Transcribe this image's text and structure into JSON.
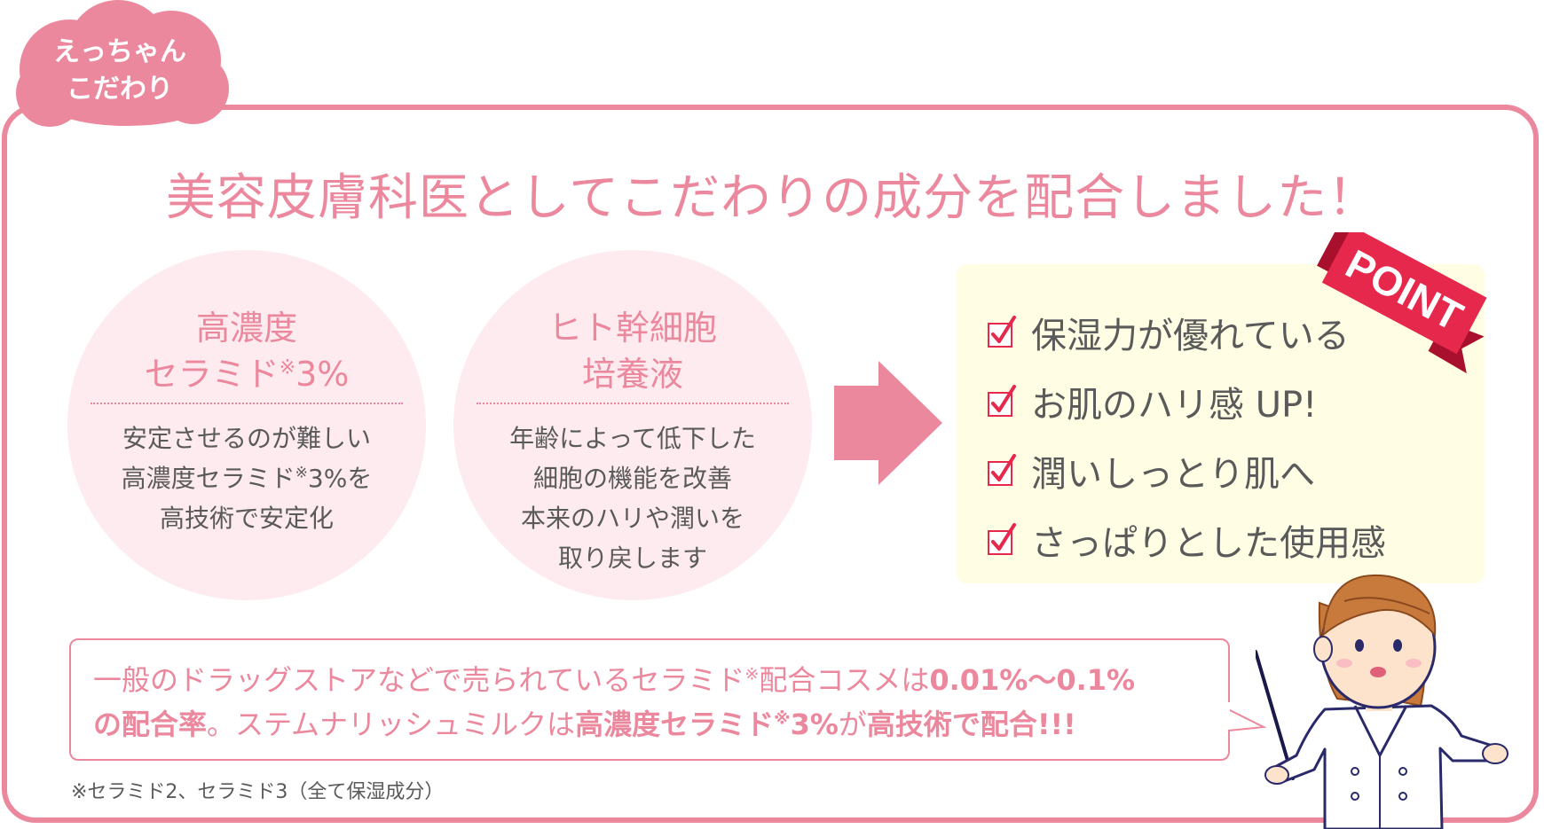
{
  "badge": {
    "line1": "えっちゃん",
    "line2": "こだわり"
  },
  "headline": "美容皮膚科医としてこだわりの成分を配合しました！",
  "circles": [
    {
      "title_line1": "高濃度",
      "title_line2_a": "セラミド",
      "title_line2_note": "※",
      "title_line2_b": "3%",
      "body_line1": "安定させるのが難しい",
      "body_line2_a": "高濃度セラミド",
      "body_line2_note": "※",
      "body_line2_b": "3%を",
      "body_line3": "高技術で安定化"
    },
    {
      "title_line1": "ヒト幹細胞",
      "title_line2": "培養液",
      "body_line1": "年齢によって低下した",
      "body_line2": "細胞の機能を改善",
      "body_line3": "本来のハリや潤いを",
      "body_line4": "取り戻します"
    }
  ],
  "point": {
    "ribbon_label": "POINT",
    "items": [
      "保湿力が優れている",
      "お肌のハリ感 UP!",
      "潤いしっとり肌へ",
      "さっぱりとした使用感"
    ]
  },
  "bubble": {
    "p1": "一般のドラッグストアなどで売られているセラミド",
    "note1": "※",
    "p2": "配合コスメは",
    "b1": "0.01%〜0.1%",
    "b2": "の配合率",
    "p3": "。ステムナリッシュミルクは",
    "b3": "高濃度セラミド",
    "note2": "※",
    "b4": "3%",
    "p4": "が",
    "b5": "高技術で配合!!!"
  },
  "footnote": "※セラミド2、セラミド3（全て保湿成分）",
  "colors": {
    "accent": "#ec889d",
    "text": "#5a5a5a",
    "circle_bg": "#fdebef",
    "point_bg": "#fffde4",
    "ribbon": "#e5284b"
  }
}
